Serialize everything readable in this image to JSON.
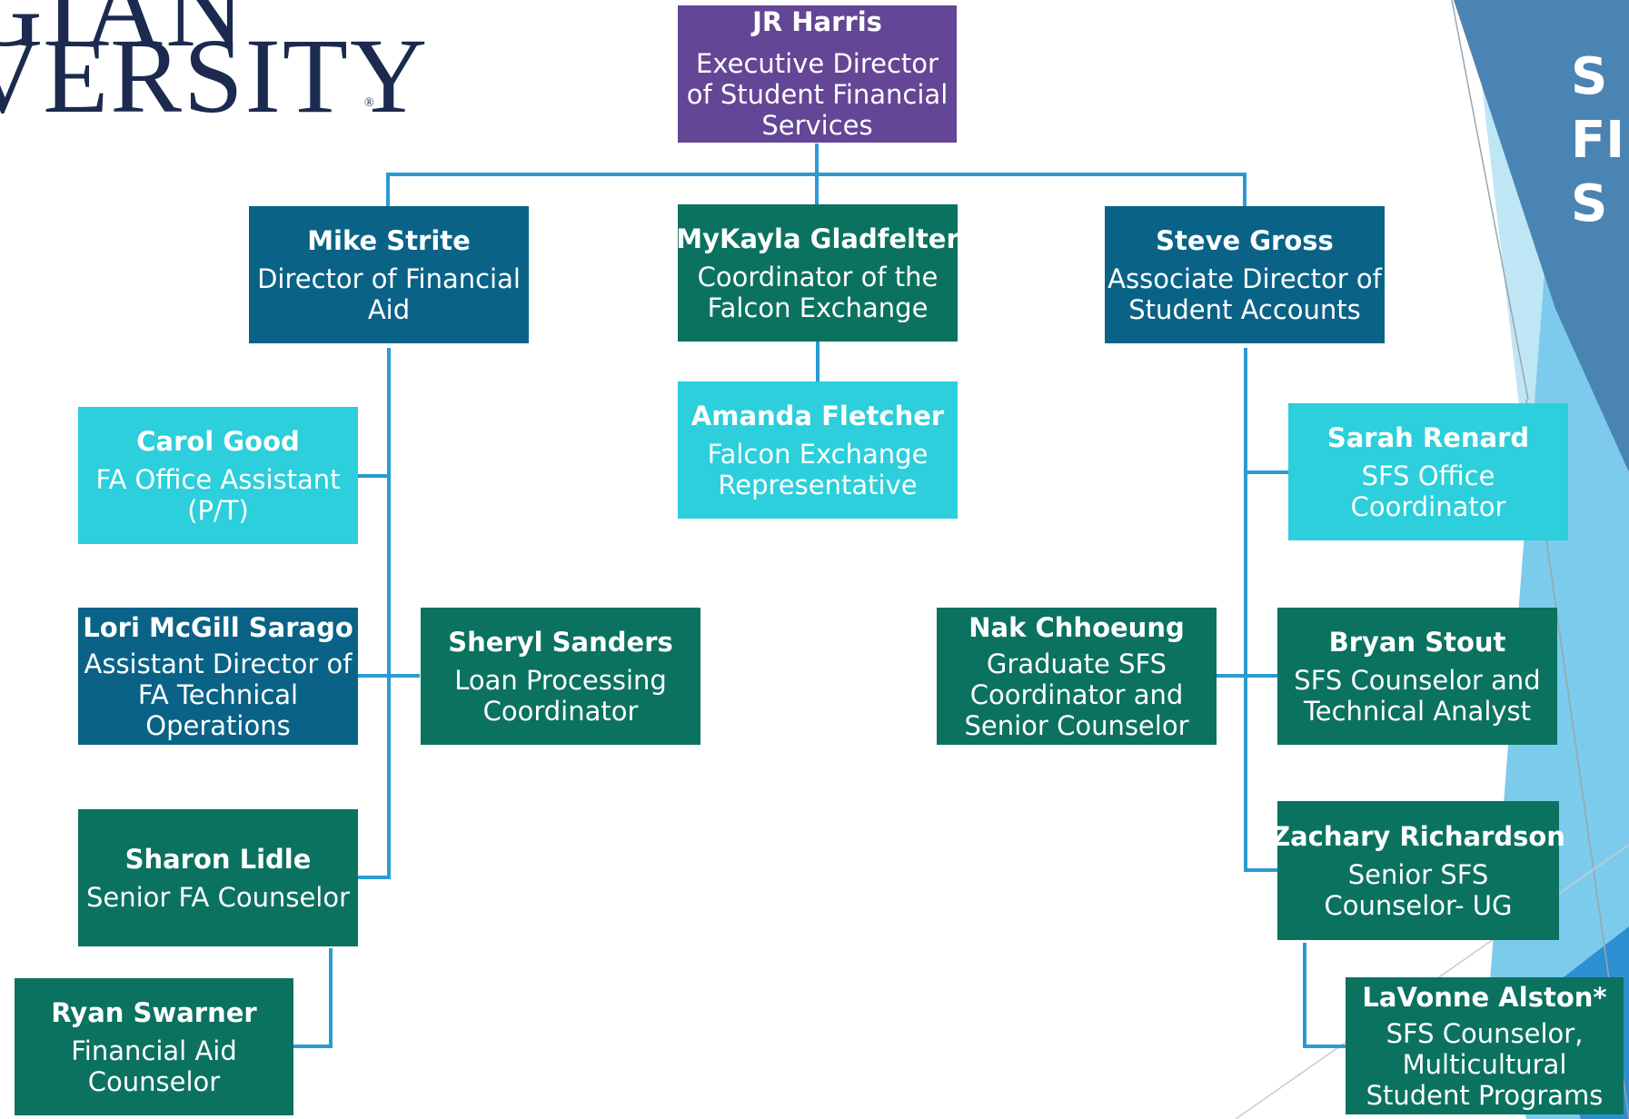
{
  "logo": {
    "line1": "GIAN",
    "line2": "VERSITY",
    "mark": "®"
  },
  "side_title": {
    "lines": [
      "S",
      "FI",
      "S"
    ]
  },
  "colors": {
    "purple": "#634695",
    "blue": "#0a6387",
    "green": "#0b7260",
    "cyan": "#2ccfdb",
    "connector": "#2a9bd2"
  },
  "org_chart": {
    "jr": {
      "name": "JR Harris",
      "title": "Executive Director of Student Financial Services"
    },
    "mike": {
      "name": "Mike Strite",
      "title": "Director of Financial Aid"
    },
    "mykayla": {
      "name": "MyKayla Gladfelter",
      "title": "Coordinator of the Falcon Exchange"
    },
    "steve": {
      "name": "Steve Gross",
      "title": "Associate Director of Student Accounts"
    },
    "amanda": {
      "name": "Amanda Fletcher",
      "title": "Falcon Exchange Representative"
    },
    "carol": {
      "name": "Carol Good",
      "title": "FA Office Assistant (P/T)"
    },
    "lori": {
      "name": "Lori McGill Sarago",
      "title": "Assistant Director of FA Technical Operations"
    },
    "sheryl": {
      "name": "Sheryl Sanders",
      "title": "Loan Processing Coordinator"
    },
    "sharon": {
      "name": "Sharon Lidle",
      "title": "Senior FA Counselor"
    },
    "ryan": {
      "name": "Ryan Swarner",
      "title": "Financial Aid Counselor"
    },
    "sarah": {
      "name": "Sarah Renard",
      "title": "SFS Office Coordinator"
    },
    "nak": {
      "name": "Nak Chhoeung",
      "title": "Graduate SFS Coordinator and Senior Counselor"
    },
    "bryan": {
      "name": "Bryan Stout",
      "title": "SFS Counselor and Technical Analyst"
    },
    "zachary": {
      "name": "Zachary Richardson",
      "title": "Senior SFS Counselor- UG"
    },
    "lavonne": {
      "name": "LaVonne Alston*",
      "title": "SFS Counselor, Multicultural Student Programs"
    }
  }
}
